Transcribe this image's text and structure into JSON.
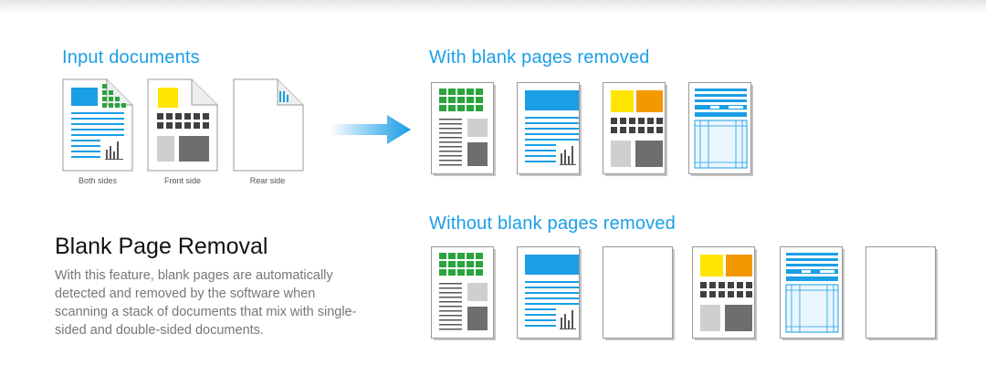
{
  "headings": {
    "input": "Input documents",
    "with_removed": "With blank pages removed",
    "without_removed": "Without blank pages removed"
  },
  "captions": [
    "Both sides",
    "Front side",
    "Rear side"
  ],
  "feature": {
    "title": "Blank Page Removal",
    "description": "With this feature, blank pages are automatically detected and removed by the software when scanning a stack of documents that mix with single-sided and double-sided documents."
  },
  "colors": {
    "accent_blue": "#1a9ee6",
    "green": "#2aa43c",
    "yellow": "#ffe600",
    "orange": "#f39800",
    "dark_gray": "#404040",
    "mid_gray": "#6e6e6e",
    "light_gray": "#cfcfcf"
  },
  "icons": [
    "document-icon",
    "arrow-right-icon"
  ]
}
